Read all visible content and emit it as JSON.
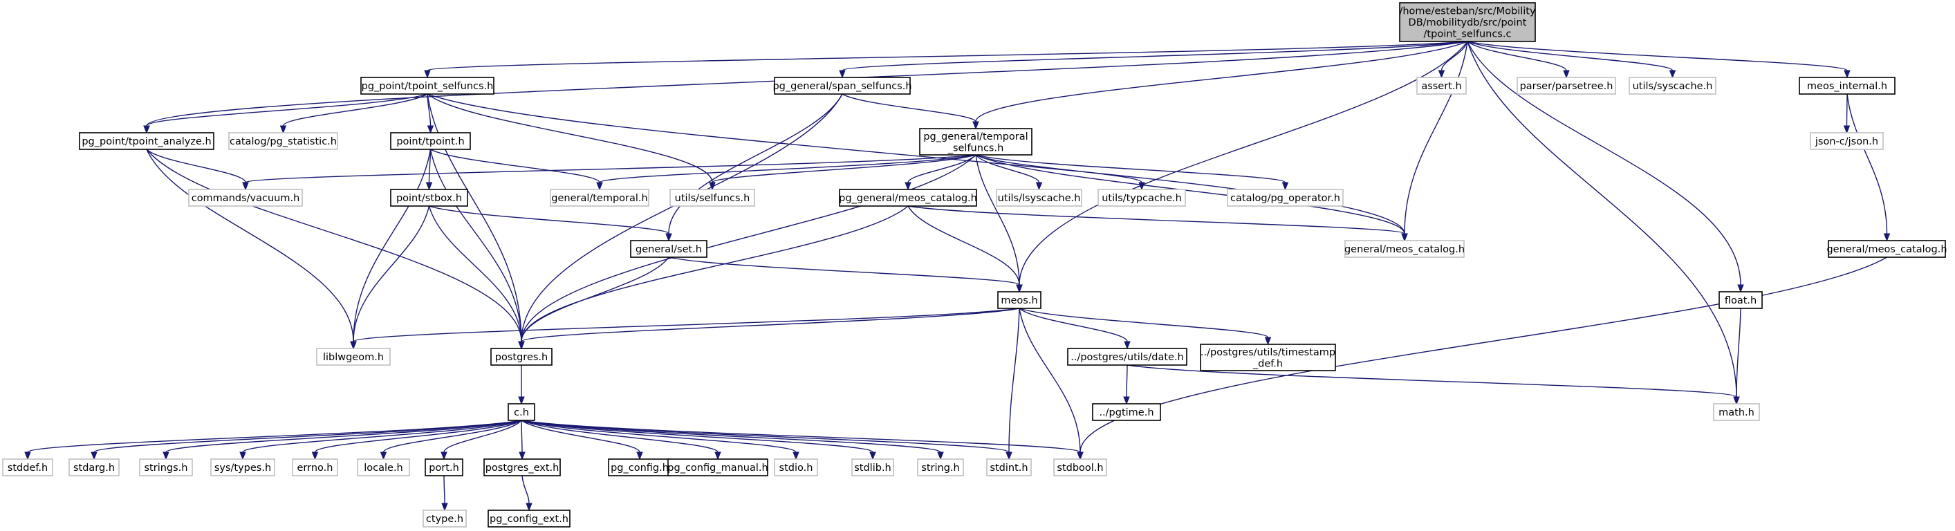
{
  "nodes": [
    {
      "id": "root",
      "lines": [
        "/home/esteban/src/Mobility",
        "DB/mobilitydb/src/point",
        "/tpoint_selfuncs.c"
      ],
      "kind": "root"
    },
    {
      "id": "tpoint_selfuncs_h",
      "lines": [
        "pg_point/tpoint_selfuncs.h"
      ],
      "kind": "doc"
    },
    {
      "id": "span_selfuncs_h",
      "lines": [
        "pg_general/span_selfuncs.h"
      ],
      "kind": "doc"
    },
    {
      "id": "assert_h",
      "lines": [
        "assert.h"
      ],
      "kind": "ext"
    },
    {
      "id": "parsetree_h",
      "lines": [
        "parser/parsetree.h"
      ],
      "kind": "ext"
    },
    {
      "id": "syscache_h",
      "lines": [
        "utils/syscache.h"
      ],
      "kind": "ext"
    },
    {
      "id": "meos_internal_h",
      "lines": [
        "meos_internal.h"
      ],
      "kind": "doc"
    },
    {
      "id": "tpoint_analyze_h",
      "lines": [
        "pg_point/tpoint_analyze.h"
      ],
      "kind": "doc"
    },
    {
      "id": "pg_statistic_h",
      "lines": [
        "catalog/pg_statistic.h"
      ],
      "kind": "ext"
    },
    {
      "id": "tpoint_h",
      "lines": [
        "point/tpoint.h"
      ],
      "kind": "doc"
    },
    {
      "id": "temporal_selfuncs_h",
      "lines": [
        "pg_general/temporal",
        "_selfuncs.h"
      ],
      "kind": "doc"
    },
    {
      "id": "json_h",
      "lines": [
        "json-c/json.h"
      ],
      "kind": "ext"
    },
    {
      "id": "vacuum_h",
      "lines": [
        "commands/vacuum.h"
      ],
      "kind": "ext"
    },
    {
      "id": "general_temporal_h",
      "lines": [
        "general/temporal.h"
      ],
      "kind": "ext"
    },
    {
      "id": "selfuncs_h",
      "lines": [
        "utils/selfuncs.h"
      ],
      "kind": "ext"
    },
    {
      "id": "stbox_h",
      "lines": [
        "point/stbox.h"
      ],
      "kind": "doc"
    },
    {
      "id": "pg_meos_catalog_h",
      "lines": [
        "pg_general/meos_catalog.h"
      ],
      "kind": "doc"
    },
    {
      "id": "lsyscache_h",
      "lines": [
        "utils/lsyscache.h"
      ],
      "kind": "ext"
    },
    {
      "id": "typcache_h",
      "lines": [
        "utils/typcache.h"
      ],
      "kind": "ext"
    },
    {
      "id": "pg_operator_h",
      "lines": [
        "catalog/pg_operator.h"
      ],
      "kind": "ext"
    },
    {
      "id": "general_meos_catalog_ext",
      "lines": [
        "general/meos_catalog.h"
      ],
      "kind": "ext"
    },
    {
      "id": "general_meos_catalog_doc",
      "lines": [
        "general/meos_catalog.h"
      ],
      "kind": "doc"
    },
    {
      "id": "set_h",
      "lines": [
        "general/set.h"
      ],
      "kind": "doc"
    },
    {
      "id": "meos_h",
      "lines": [
        "meos.h"
      ],
      "kind": "doc"
    },
    {
      "id": "float_h",
      "lines": [
        "float.h"
      ],
      "kind": "doc"
    },
    {
      "id": "liblwgeom_h",
      "lines": [
        "liblwgeom.h"
      ],
      "kind": "ext"
    },
    {
      "id": "postgres_h",
      "lines": [
        "postgres.h"
      ],
      "kind": "doc"
    },
    {
      "id": "date_h",
      "lines": [
        "../postgres/utils/date.h"
      ],
      "kind": "doc"
    },
    {
      "id": "timestamp_def_h",
      "lines": [
        "../postgres/utils/timestamp",
        "_def.h"
      ],
      "kind": "doc"
    },
    {
      "id": "pgtime_h",
      "lines": [
        "../pgtime.h"
      ],
      "kind": "doc"
    },
    {
      "id": "math_h",
      "lines": [
        "math.h"
      ],
      "kind": "ext"
    },
    {
      "id": "c_h",
      "lines": [
        "c.h"
      ],
      "kind": "doc"
    },
    {
      "id": "stddef_h",
      "lines": [
        "stddef.h"
      ],
      "kind": "ext"
    },
    {
      "id": "stdarg_h",
      "lines": [
        "stdarg.h"
      ],
      "kind": "ext"
    },
    {
      "id": "strings_h",
      "lines": [
        "strings.h"
      ],
      "kind": "ext"
    },
    {
      "id": "systypes_h",
      "lines": [
        "sys/types.h"
      ],
      "kind": "ext"
    },
    {
      "id": "errno_h",
      "lines": [
        "errno.h"
      ],
      "kind": "ext"
    },
    {
      "id": "locale_h",
      "lines": [
        "locale.h"
      ],
      "kind": "ext"
    },
    {
      "id": "port_h",
      "lines": [
        "port.h"
      ],
      "kind": "doc"
    },
    {
      "id": "postgres_ext_h",
      "lines": [
        "postgres_ext.h"
      ],
      "kind": "doc"
    },
    {
      "id": "pg_config_h",
      "lines": [
        "pg_config.h"
      ],
      "kind": "doc"
    },
    {
      "id": "pg_config_manual_h",
      "lines": [
        "pg_config_manual.h"
      ],
      "kind": "doc"
    },
    {
      "id": "stdio_h",
      "lines": [
        "stdio.h"
      ],
      "kind": "ext"
    },
    {
      "id": "stdlib_h",
      "lines": [
        "stdlib.h"
      ],
      "kind": "ext"
    },
    {
      "id": "string_h",
      "lines": [
        "string.h"
      ],
      "kind": "ext"
    },
    {
      "id": "stdint_h",
      "lines": [
        "stdint.h"
      ],
      "kind": "ext"
    },
    {
      "id": "stdbool_h",
      "lines": [
        "stdbool.h"
      ],
      "kind": "ext"
    },
    {
      "id": "ctype_h",
      "lines": [
        "ctype.h"
      ],
      "kind": "ext"
    },
    {
      "id": "pg_config_ext_h",
      "lines": [
        "pg_config_ext.h"
      ],
      "kind": "doc"
    }
  ],
  "edges": [
    [
      "root",
      "tpoint_selfuncs_h"
    ],
    [
      "root",
      "span_selfuncs_h"
    ],
    [
      "root",
      "assert_h"
    ],
    [
      "root",
      "parsetree_h"
    ],
    [
      "root",
      "syscache_h"
    ],
    [
      "root",
      "meos_internal_h"
    ],
    [
      "root",
      "tpoint_analyze_h"
    ],
    [
      "root",
      "temporal_selfuncs_h"
    ],
    [
      "root",
      "general_meos_catalog_ext"
    ],
    [
      "root",
      "meos_h"
    ],
    [
      "root",
      "float_h"
    ],
    [
      "root",
      "math_h"
    ],
    [
      "tpoint_selfuncs_h",
      "tpoint_analyze_h"
    ],
    [
      "tpoint_selfuncs_h",
      "pg_statistic_h"
    ],
    [
      "tpoint_selfuncs_h",
      "tpoint_h"
    ],
    [
      "tpoint_selfuncs_h",
      "selfuncs_h"
    ],
    [
      "tpoint_selfuncs_h",
      "postgres_h"
    ],
    [
      "tpoint_selfuncs_h",
      "general_meos_catalog_ext"
    ],
    [
      "span_selfuncs_h",
      "temporal_selfuncs_h"
    ],
    [
      "span_selfuncs_h",
      "set_h"
    ],
    [
      "span_selfuncs_h",
      "postgres_h"
    ],
    [
      "meos_internal_h",
      "json_h"
    ],
    [
      "meos_internal_h",
      "general_meos_catalog_doc"
    ],
    [
      "tpoint_analyze_h",
      "vacuum_h"
    ],
    [
      "tpoint_analyze_h",
      "liblwgeom_h"
    ],
    [
      "tpoint_analyze_h",
      "postgres_h"
    ],
    [
      "tpoint_h",
      "general_temporal_h"
    ],
    [
      "tpoint_h",
      "stbox_h"
    ],
    [
      "tpoint_h",
      "liblwgeom_h"
    ],
    [
      "tpoint_h",
      "postgres_h"
    ],
    [
      "temporal_selfuncs_h",
      "vacuum_h"
    ],
    [
      "temporal_selfuncs_h",
      "general_temporal_h"
    ],
    [
      "temporal_selfuncs_h",
      "selfuncs_h"
    ],
    [
      "temporal_selfuncs_h",
      "pg_meos_catalog_h"
    ],
    [
      "temporal_selfuncs_h",
      "lsyscache_h"
    ],
    [
      "temporal_selfuncs_h",
      "typcache_h"
    ],
    [
      "temporal_selfuncs_h",
      "pg_operator_h"
    ],
    [
      "temporal_selfuncs_h",
      "general_meos_catalog_ext"
    ],
    [
      "temporal_selfuncs_h",
      "meos_h"
    ],
    [
      "temporal_selfuncs_h",
      "postgres_h"
    ],
    [
      "stbox_h",
      "set_h"
    ],
    [
      "stbox_h",
      "liblwgeom_h"
    ],
    [
      "stbox_h",
      "postgres_h"
    ],
    [
      "pg_meos_catalog_h",
      "general_meos_catalog_ext"
    ],
    [
      "pg_meos_catalog_h",
      "meos_h"
    ],
    [
      "pg_meos_catalog_h",
      "postgres_h"
    ],
    [
      "set_h",
      "meos_h"
    ],
    [
      "set_h",
      "postgres_h"
    ],
    [
      "meos_h",
      "liblwgeom_h"
    ],
    [
      "meos_h",
      "postgres_h"
    ],
    [
      "meos_h",
      "date_h"
    ],
    [
      "meos_h",
      "timestamp_def_h"
    ],
    [
      "meos_h",
      "stdint_h"
    ],
    [
      "meos_h",
      "stdbool_h"
    ],
    [
      "date_h",
      "pgtime_h"
    ],
    [
      "date_h",
      "math_h"
    ],
    [
      "float_h",
      "math_h"
    ],
    [
      "general_meos_catalog_doc",
      "stdbool_h"
    ],
    [
      "postgres_h",
      "c_h"
    ],
    [
      "c_h",
      "stddef_h"
    ],
    [
      "c_h",
      "stdarg_h"
    ],
    [
      "c_h",
      "strings_h"
    ],
    [
      "c_h",
      "systypes_h"
    ],
    [
      "c_h",
      "errno_h"
    ],
    [
      "c_h",
      "locale_h"
    ],
    [
      "c_h",
      "port_h"
    ],
    [
      "c_h",
      "postgres_ext_h"
    ],
    [
      "c_h",
      "pg_config_h"
    ],
    [
      "c_h",
      "pg_config_manual_h"
    ],
    [
      "c_h",
      "stdio_h"
    ],
    [
      "c_h",
      "stdlib_h"
    ],
    [
      "c_h",
      "string_h"
    ],
    [
      "c_h",
      "stdint_h"
    ],
    [
      "c_h",
      "stdbool_h"
    ],
    [
      "port_h",
      "ctype_h"
    ],
    [
      "postgres_ext_h",
      "pg_config_ext_h"
    ]
  ]
}
